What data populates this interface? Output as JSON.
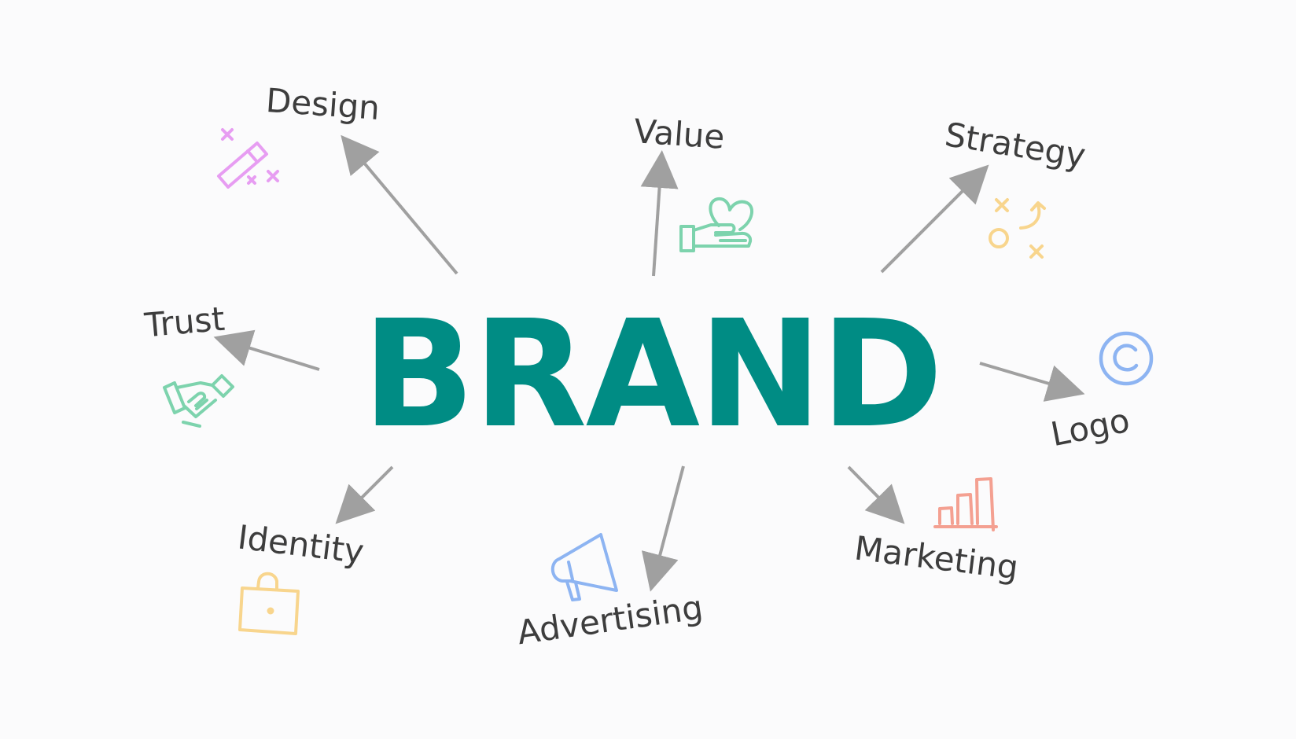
{
  "diagram": {
    "center_label": "BRAND",
    "nodes": [
      {
        "id": "design",
        "label": "Design",
        "icon": "magic-wand-icon",
        "color": "#e79df2"
      },
      {
        "id": "value",
        "label": "Value",
        "icon": "hand-heart-icon",
        "color": "#7dd3ad"
      },
      {
        "id": "strategy",
        "label": "Strategy",
        "icon": "strategy-play-icon",
        "color": "#f8d58d"
      },
      {
        "id": "trust",
        "label": "Trust",
        "icon": "handshake-icon",
        "color": "#7dd3ad"
      },
      {
        "id": "logo",
        "label": "Logo",
        "icon": "copyright-icon",
        "color": "#8db4f2"
      },
      {
        "id": "identity",
        "label": "Identity",
        "icon": "lock-icon",
        "color": "#f8d58d"
      },
      {
        "id": "advertising",
        "label": "Advertising",
        "icon": "megaphone-icon",
        "color": "#8db4f2"
      },
      {
        "id": "marketing",
        "label": "Marketing",
        "icon": "bar-chart-icon",
        "color": "#f4a091"
      }
    ],
    "colors": {
      "background": "#fbfbfc",
      "center": "#008c84",
      "arrow": "#a0a0a0",
      "label": "#3d3d3d"
    }
  }
}
